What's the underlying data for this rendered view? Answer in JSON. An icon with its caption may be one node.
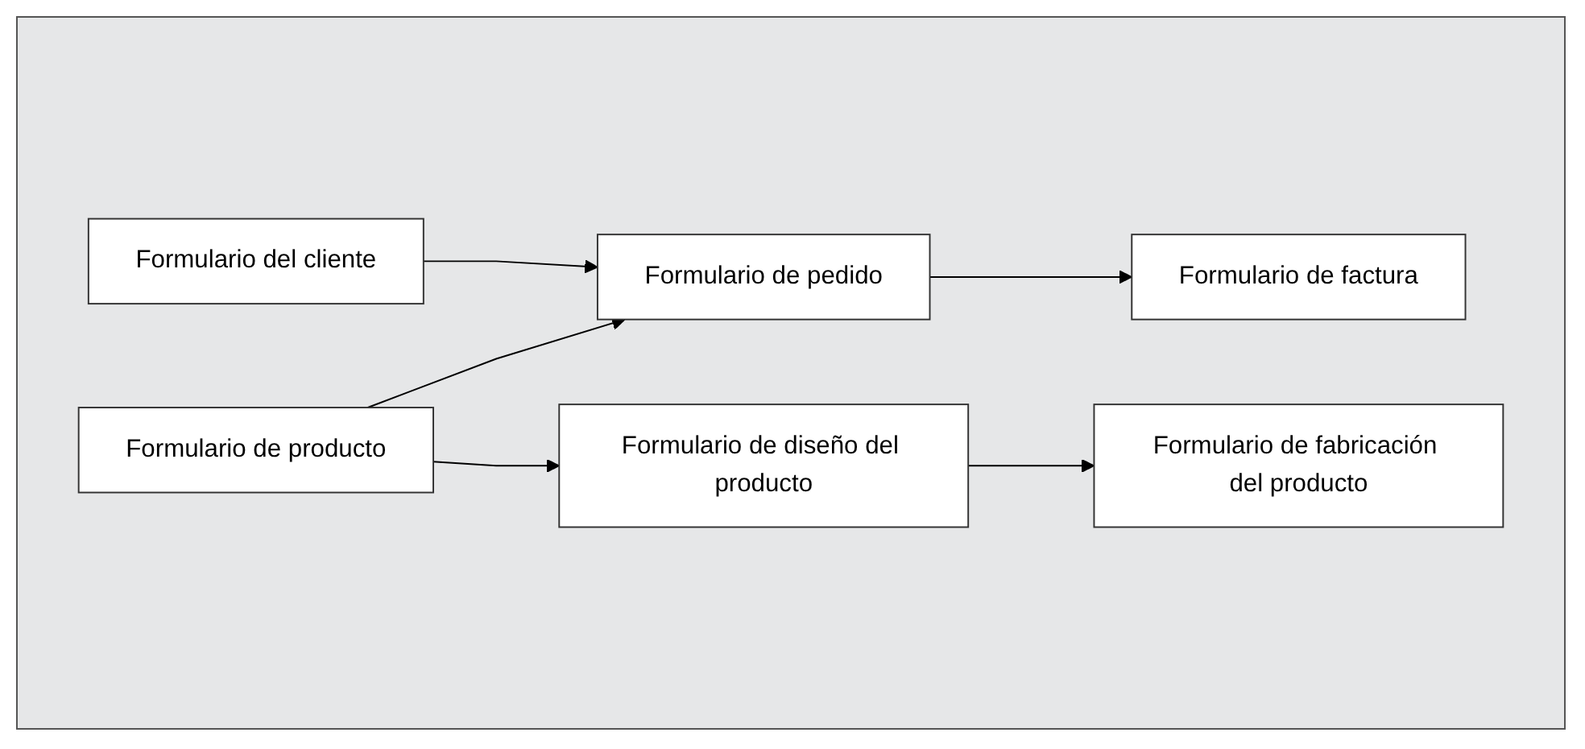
{
  "diagram": {
    "nodes": [
      {
        "text": [
          "Formulario del cliente"
        ]
      },
      {
        "text": [
          "Formulario de pedido"
        ]
      },
      {
        "text": [
          "Formulario de factura"
        ]
      },
      {
        "text": [
          "Formulario de producto"
        ]
      },
      {
        "text": [
          "Formulario de diseño del producto"
        ]
      },
      {
        "text": [
          "Formulario de fabricación del producto"
        ]
      }
    ],
    "edges": [
      {
        "from": 0,
        "to": 1,
        "arrow": "to"
      },
      {
        "from": 1,
        "to": 2,
        "arrow": "to"
      },
      {
        "from": 3,
        "to": 1,
        "arrow": "to"
      },
      {
        "from": 3,
        "to": 4,
        "arrow": "to"
      },
      {
        "from": 4,
        "to": 5,
        "arrow": "to"
      }
    ]
  }
}
